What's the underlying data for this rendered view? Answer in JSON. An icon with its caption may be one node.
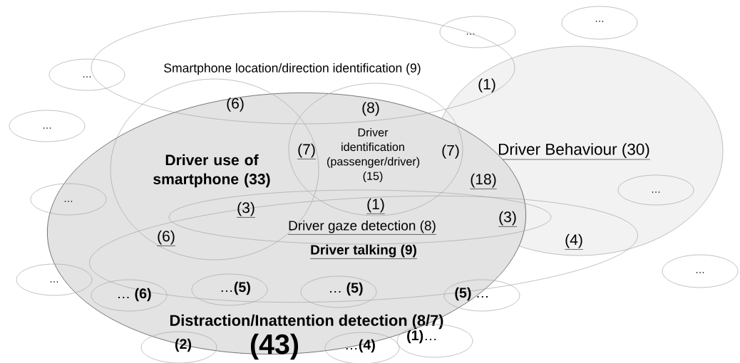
{
  "diagram": {
    "nodes": [
      {
        "text": [
          "…"
        ]
      },
      {
        "text": [
          "…"
        ]
      },
      {
        "text": [
          "Smartphone location/direction identification (9)"
        ]
      },
      {
        "text": [
          "…"
        ]
      },
      {
        "text": [
          "…"
        ]
      },
      {
        "text": [
          "Driver use of smartphone (33)"
        ]
      },
      {
        "text": [
          "Driver identification (passenger/driver) (15)"
        ]
      },
      {
        "text": [
          "Driver Behaviour (30)"
        ]
      },
      {
        "text": [
          "…"
        ],
        "in": 7
      },
      {
        "text": [
          "…"
        ]
      },
      {
        "text": [
          "Driver gaze detection (8)"
        ]
      },
      {
        "text": [
          "Driver talking (9)"
        ]
      },
      {
        "text": [
          "Distraction/Inattention detection (8/7)",
          "(43)"
        ]
      },
      {
        "text": [
          "…"
        ]
      },
      {
        "text": [
          "…"
        ]
      },
      {
        "text": [
          "… **(6)**"
        ],
        "in": 12
      },
      {
        "text": [
          "…**(5)**"
        ],
        "in": 12
      },
      {
        "text": [
          "… **(5)**"
        ],
        "in": 12
      },
      {
        "text": [
          "**(5)** …"
        ]
      },
      {
        "text": [
          "(2)"
        ]
      },
      {
        "text": [
          "**(1)**…"
        ]
      },
      {
        "text": [
          "…**(4)**"
        ]
      }
    ],
    "labels": [
      "(1)",
      "(6)",
      "(8)",
      "(7)",
      "(7)",
      "(18)",
      "(3)",
      "(1)",
      "(3)",
      "(6)",
      "(4)"
    ]
  }
}
